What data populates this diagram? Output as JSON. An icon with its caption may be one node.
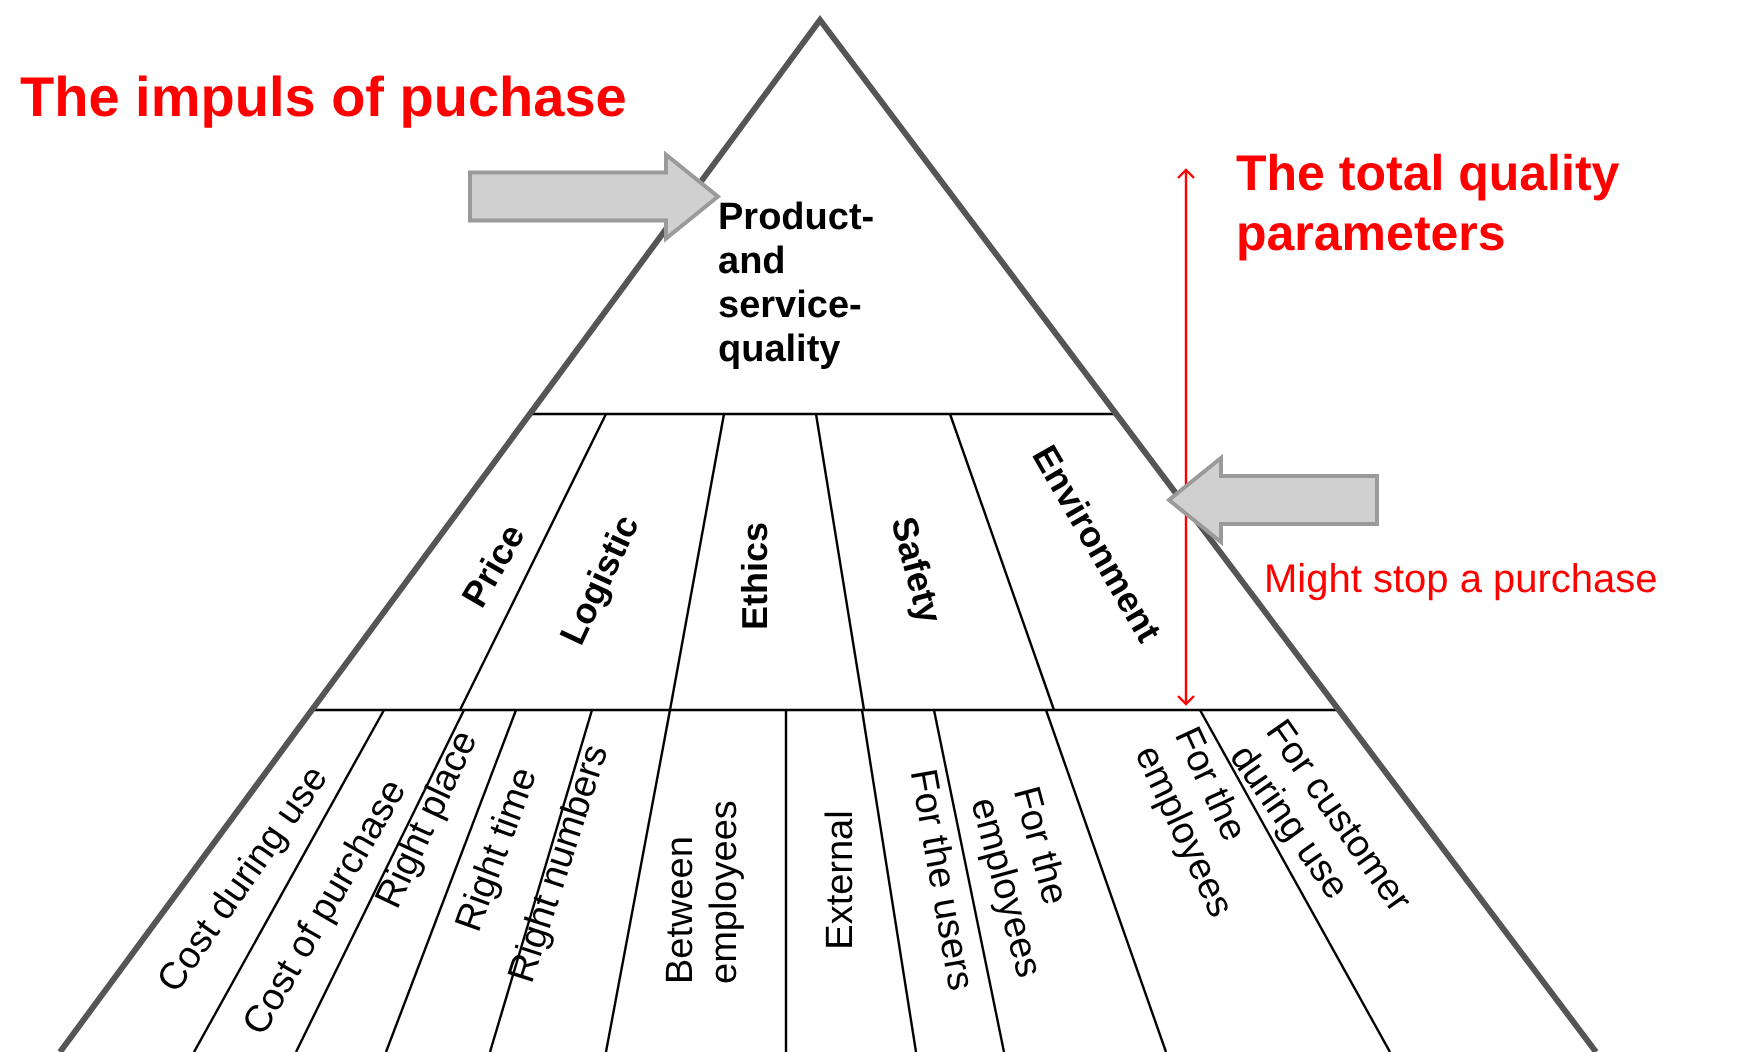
{
  "diagram": {
    "nodes": [
      {
        "text": [
          "Product- and service- quality"
        ]
      },
      {
        "text": [
          "Price"
        ]
      },
      {
        "text": [
          "Logistic"
        ]
      },
      {
        "text": [
          "Ethics"
        ]
      },
      {
        "text": [
          "Safety"
        ]
      },
      {
        "text": [
          "Environment"
        ]
      },
      {
        "text": [
          "Cost during use"
        ]
      },
      {
        "text": [
          "Cost of purchase"
        ]
      },
      {
        "text": [
          "Right place"
        ]
      },
      {
        "text": [
          "Right time"
        ]
      },
      {
        "text": [
          "Right numbers"
        ]
      },
      {
        "text": [
          "Between employees"
        ]
      },
      {
        "text": [
          "External"
        ]
      },
      {
        "text": [
          "For the users"
        ]
      },
      {
        "text": [
          "For the employees"
        ]
      },
      {
        "text": [
          "For the employees"
        ]
      },
      {
        "text": [
          "For customer during use"
        ]
      }
    ],
    "edges": [
      {
        "from": null,
        "to": 0,
        "arrow": "to"
      },
      {
        "from": null,
        "to": 5,
        "arrow": "to"
      }
    ],
    "labels": [
      "The impuls of puchase",
      "The total quality parameters",
      "Might stop a purchase"
    ]
  }
}
